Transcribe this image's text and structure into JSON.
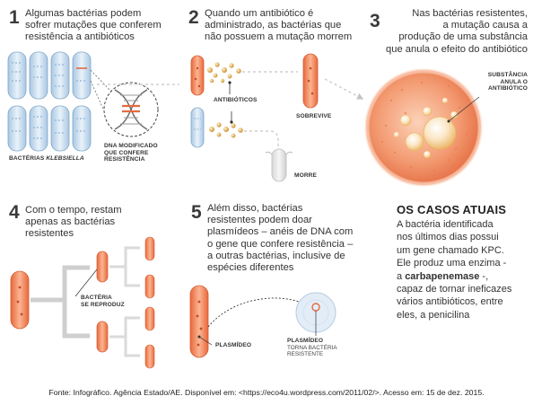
{
  "steps": [
    {
      "number": "1",
      "text_lines": [
        "Algumas bactérias podem",
        "sofrer mutações que conferem",
        "resistência a antibióticos"
      ]
    },
    {
      "number": "2",
      "text_lines": [
        "Quando um antibiótico é",
        "administrado, as bactérias que",
        "não possuem a mutação morrem"
      ]
    },
    {
      "number": "3",
      "text_lines": [
        "Nas bactérias resistentes,",
        "a mutação causa a",
        "produção de uma substância",
        "que anula o efeito do antibiótico"
      ]
    },
    {
      "number": "4",
      "text_lines": [
        "Com o tempo, restam",
        "apenas as bactérias",
        "resistentes"
      ]
    },
    {
      "number": "5",
      "text_lines": [
        "Além disso, bactérias",
        "resistentes podem doar",
        "plasmídeos – anéis de DNA com",
        "o gene que confere resistência –",
        "a outras bactérias, inclusive de",
        "espécies diferentes"
      ]
    }
  ],
  "labels": {
    "bacteria_klebsiella_prefix": "BACTÉRIAS",
    "bacteria_klebsiella_species": "KLEBSIELLA",
    "dna_modified": [
      "DNA MODIFICADO",
      "QUE CONFERE",
      "RESISTÊNCIA"
    ],
    "antibiotics": "ANTIBIÓTICOS",
    "survives": "SOBREVIVE",
    "dies": "MORRE",
    "substance": [
      "SUBSTÂNCIA",
      "ANULA O",
      "ANTIBIÓTICO"
    ],
    "bacteria_reproduces": [
      "BACTÉRIA",
      "SE REPRODUZ"
    ],
    "plasmid": "PLASMÍDEO",
    "plasmid_right_title": "PLASMÍDEO",
    "plasmid_right_sub": [
      "TORNA BACTÉRIA",
      "RESISTENTE"
    ]
  },
  "cases": {
    "title": "OS CASOS ATUAIS",
    "line1": "A bactéria identificada",
    "line2": "nos últimos dias possui",
    "line3": "um gene chamado KPC.",
    "line4": "Ele produz uma enzima -",
    "line5_prefix": "a ",
    "line5_bold": "carbapenemase",
    "line5_suffix": " -,",
    "line6": "capaz de tornar ineficazes",
    "line7": "vários antibióticos, entre",
    "line8": "eles, a penicilina"
  },
  "source": "Fonte: Infográfico. Agência Estado/AE. Disponível em: <https://eco4u.wordpress.com/2011/02/>. Acesso em: 15 de dez. 2015.",
  "colors": {
    "blue_bacteria": "#bcd6ea",
    "blue_stripe": "#8fb5d6",
    "orange_bacteria": "#f08a5d",
    "orange_dark": "#e0653a",
    "antibiotic_gold": "#d9a43a",
    "arrow_gray": "#c9c9c9",
    "text": "#333333"
  }
}
